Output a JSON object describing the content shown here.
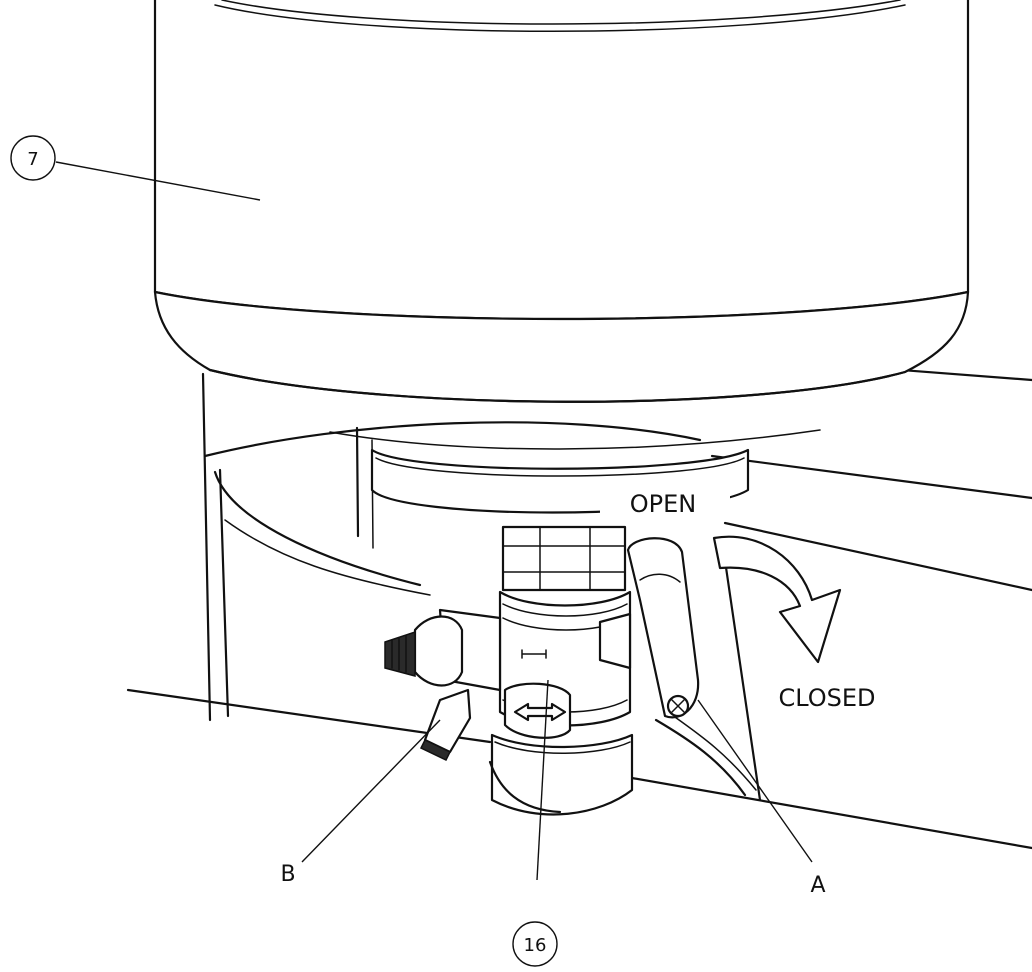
{
  "callouts": {
    "part_7": "7",
    "part_16": "16",
    "point_a": "A",
    "point_b": "B"
  },
  "annotations": {
    "open": "OPEN",
    "closed": "CLOSED"
  }
}
